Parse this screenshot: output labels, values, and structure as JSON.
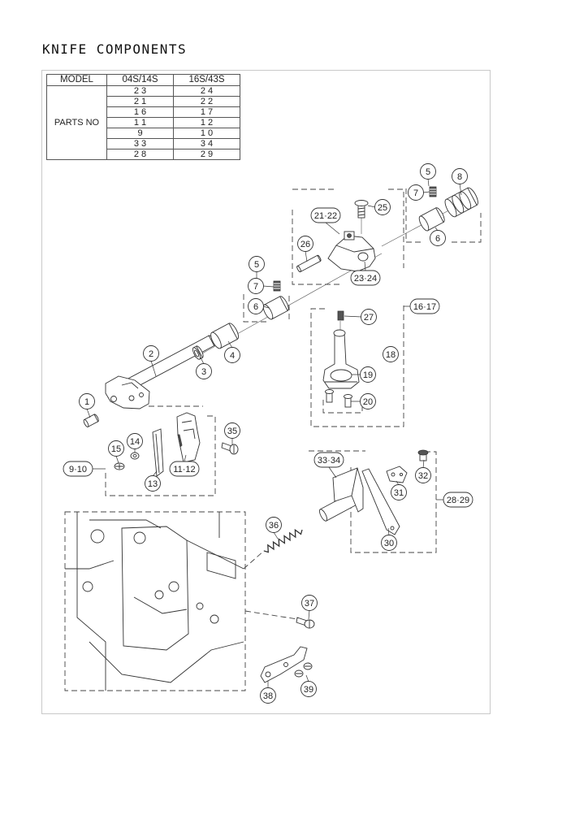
{
  "title": "KNIFE COMPONENTS",
  "table": {
    "headers": [
      "MODEL",
      "04S/14S",
      "16S/43S"
    ],
    "row_label": "PARTS NO",
    "rows": [
      [
        "2 3",
        "2 4"
      ],
      [
        "2 1",
        "2 2"
      ],
      [
        "1 6",
        "1 7"
      ],
      [
        "1 1",
        "1 2"
      ],
      [
        "9",
        "1 0"
      ],
      [
        "3 3",
        "3 4"
      ],
      [
        "2 8",
        "2 9"
      ]
    ]
  },
  "callouts": [
    "1",
    "2",
    "3",
    "4",
    "5",
    "5",
    "6",
    "6",
    "7",
    "7",
    "8",
    "9·10",
    "11·12",
    "13",
    "14",
    "15",
    "16·17",
    "18",
    "19",
    "20",
    "21·22",
    "23·24",
    "25",
    "26",
    "27",
    "28·29",
    "30",
    "31",
    "32",
    "33·34",
    "35",
    "36",
    "37",
    "38",
    "39"
  ]
}
